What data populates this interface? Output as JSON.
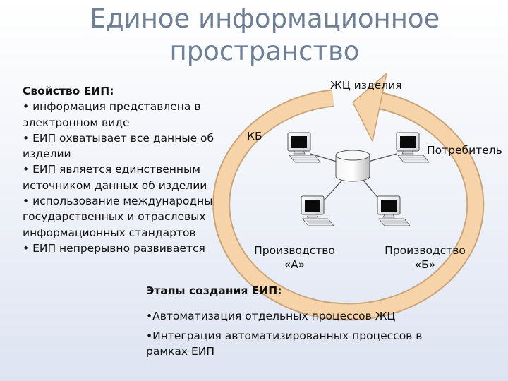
{
  "title": {
    "line1": "Единое информационное",
    "line2": "пространство"
  },
  "properties": {
    "heading": "Свойство ЕИП:",
    "items": [
      "• информация представлена в электронном виде",
      "• ЕИП охватывает все данные об изделии",
      "• ЕИП является единственным источником данных об изделии",
      "• использование международных, государственных и отраслевых информационных стандартов",
      "• ЕИП непрерывно развивается"
    ]
  },
  "diagram": {
    "lifecycle_label": "ЖЦ изделия",
    "nodes": {
      "kb": "КБ",
      "consumer": "Потребитель",
      "production_a_line1": "Производство",
      "production_a_line2": "«А»",
      "production_b_line1": "Производство",
      "production_b_line2": "«Б»"
    },
    "colors": {
      "ring_fill": "#f6d3a8",
      "ring_stroke": "#c9a57c",
      "link": "#555555"
    }
  },
  "stages": {
    "heading": "Этапы создания ЕИП:",
    "items": [
      "•Автоматизация отдельных процессов ЖЦ",
      "•Интеграция автоматизированных процессов в рамках ЕИП"
    ]
  }
}
